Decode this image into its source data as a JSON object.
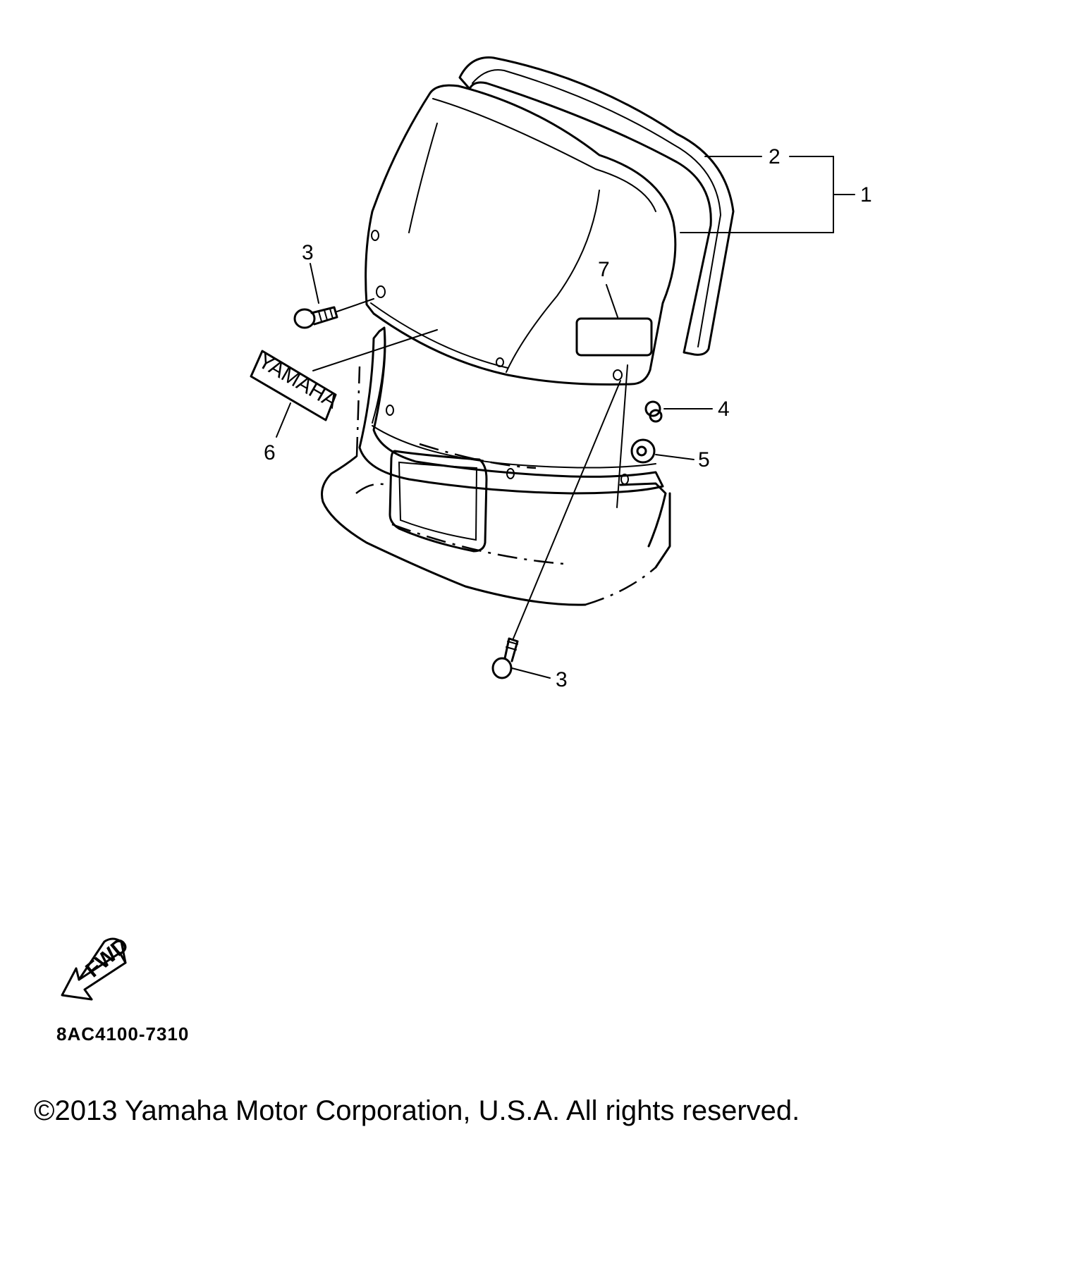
{
  "diagram": {
    "callouts": {
      "c1": "1",
      "c2": "2",
      "c3_top": "3",
      "c3_bottom": "3",
      "c4": "4",
      "c5": "5",
      "c6": "6",
      "c7": "7"
    },
    "decal_text": "YAMAHA",
    "fwd_text": "FWD"
  },
  "footer": {
    "diagram_code": "8AC4100-7310",
    "copyright": "©2013 Yamaha Motor Corporation, U.S.A. All rights reserved."
  }
}
